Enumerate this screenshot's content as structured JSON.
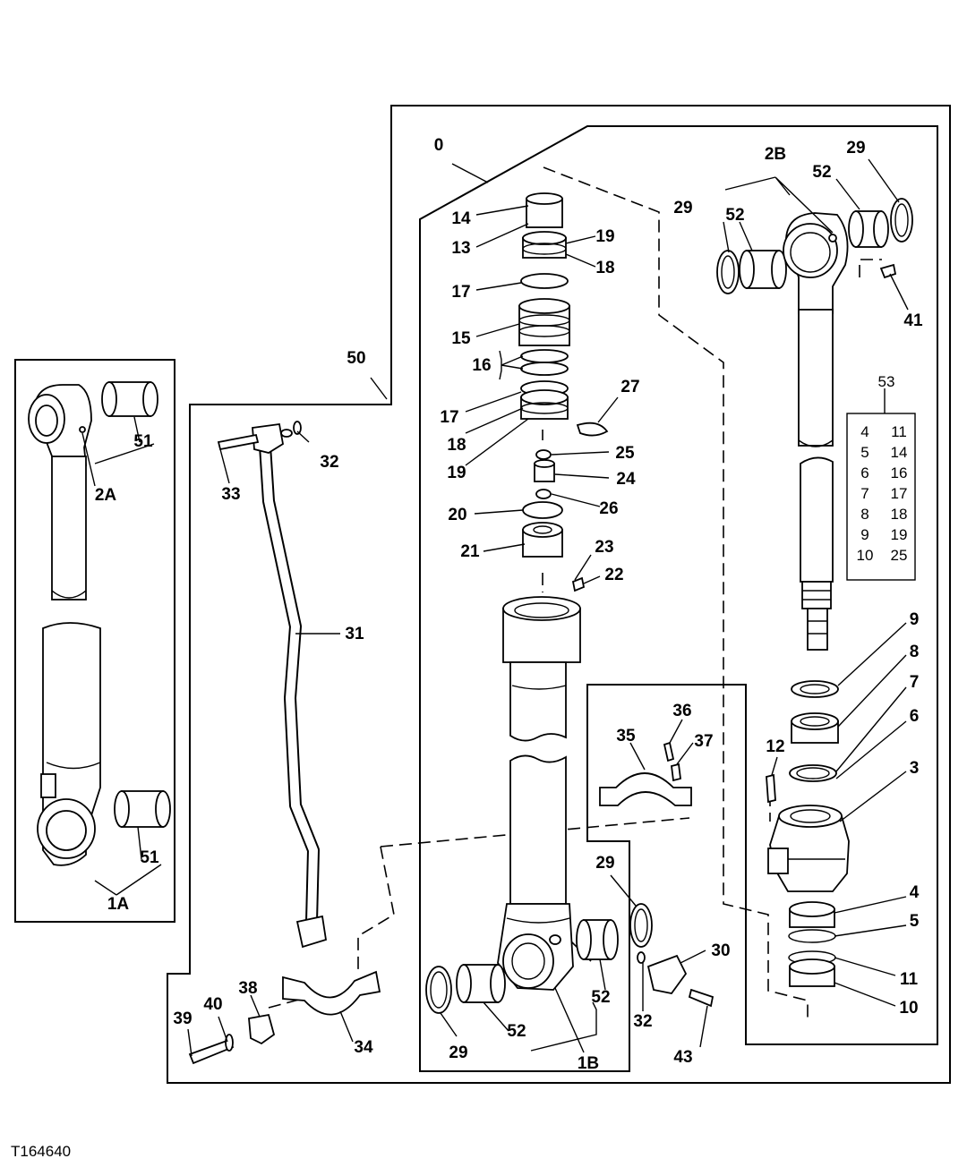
{
  "callouts": {
    "c0": "0",
    "c1a": "1A",
    "c1b": "1B",
    "c2a": "2A",
    "c2b": "2B",
    "c3": "3",
    "c4": "4",
    "c5": "5",
    "c6": "6",
    "c7": "7",
    "c8": "8",
    "c9": "9",
    "c10": "10",
    "c11": "11",
    "c12": "12",
    "c13": "13",
    "c14": "14",
    "c15": "15",
    "c16": "16",
    "c17a": "17",
    "c17b": "17",
    "c18a": "18",
    "c18b": "18",
    "c19a": "19",
    "c19b": "19",
    "c20": "20",
    "c21": "21",
    "c22": "22",
    "c23": "23",
    "c24": "24",
    "c25": "25",
    "c26": "26",
    "c27": "27",
    "c29a": "29",
    "c29b": "29",
    "c29c": "29",
    "c29d": "29",
    "c30": "30",
    "c31": "31",
    "c32a": "32",
    "c32b": "32",
    "c33": "33",
    "c34": "34",
    "c35": "35",
    "c36": "36",
    "c37": "37",
    "c38": "38",
    "c39": "39",
    "c40": "40",
    "c41": "41",
    "c43": "43",
    "c50": "50",
    "c51a": "51",
    "c51b": "51",
    "c52a": "52",
    "c52b": "52",
    "c52c": "52",
    "c52d": "52"
  },
  "kit_table": {
    "title": "53",
    "rows": [
      [
        "4",
        "11"
      ],
      [
        "5",
        "14"
      ],
      [
        "6",
        "16"
      ],
      [
        "7",
        "17"
      ],
      [
        "8",
        "18"
      ],
      [
        "9",
        "19"
      ],
      [
        "10",
        "25"
      ]
    ]
  },
  "figure_ref": "T164640"
}
